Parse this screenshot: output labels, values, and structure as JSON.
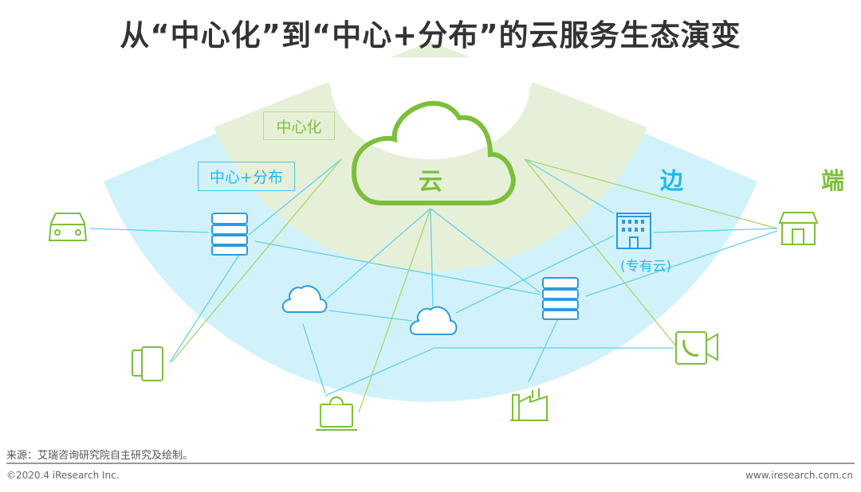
{
  "title": "从“中心化”到“中心+分布”的云服务生态演变",
  "labels": {
    "centralized": "中心化",
    "center_distributed": "中心+分布",
    "cloud": "云",
    "edge_1": "边",
    "edge_2": "端",
    "private_cloud": "(专有云)"
  },
  "footer": {
    "source": "来源：艾瑞咨询研究院自主研究及绘制。",
    "copyright": "©2020.4 iResearch Inc.",
    "website": "www.iresearch.com.cn"
  },
  "colors": {
    "blue": "#2db5e8",
    "green": "#7cbf3a",
    "blue_band": "#d2f2fb",
    "green_band": "#e6f0d8"
  }
}
